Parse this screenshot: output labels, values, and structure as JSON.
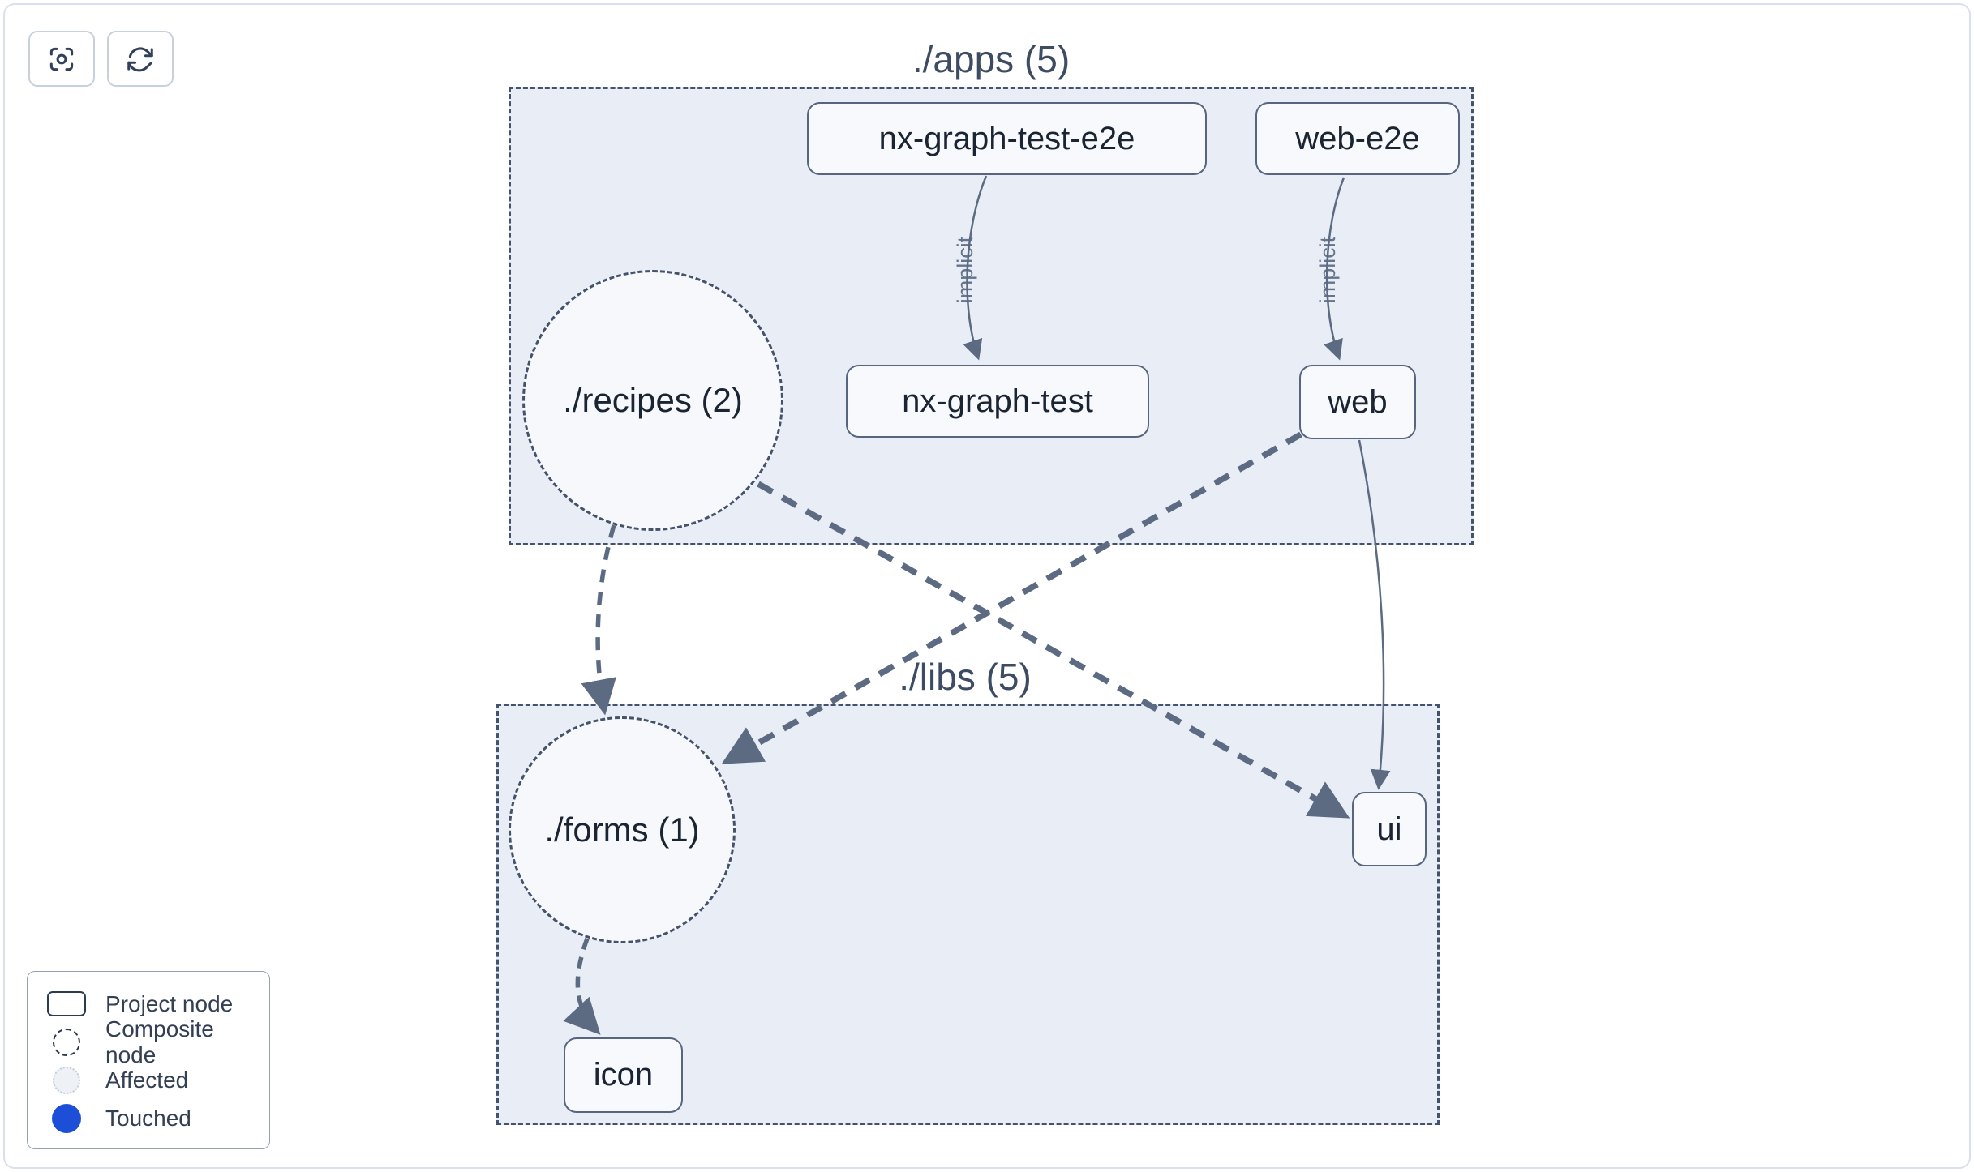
{
  "toolbar": {
    "focus_button": {
      "icon": "focus-icon"
    },
    "refresh_button": {
      "icon": "refresh-icon"
    }
  },
  "graph": {
    "groups": [
      {
        "id": "apps",
        "label": "./apps (5)"
      },
      {
        "id": "libs",
        "label": "./libs (5)"
      }
    ],
    "composite_nodes": [
      {
        "id": "recipes",
        "label": "./recipes (2)",
        "group": "apps"
      },
      {
        "id": "forms",
        "label": "./forms (1)",
        "group": "libs"
      }
    ],
    "project_nodes": [
      {
        "id": "nx-graph-test-e2e",
        "label": "nx-graph-test-e2e",
        "group": "apps"
      },
      {
        "id": "web-e2e",
        "label": "web-e2e",
        "group": "apps"
      },
      {
        "id": "nx-graph-test",
        "label": "nx-graph-test",
        "group": "apps"
      },
      {
        "id": "web",
        "label": "web",
        "group": "apps"
      },
      {
        "id": "ui",
        "label": "ui",
        "group": "libs"
      },
      {
        "id": "icon",
        "label": "icon",
        "group": "libs"
      }
    ],
    "edges": [
      {
        "from": "nx-graph-test-e2e",
        "to": "nx-graph-test",
        "label": "implicit",
        "style": "solid-thin"
      },
      {
        "from": "web-e2e",
        "to": "web",
        "label": "implicit",
        "style": "solid-thin"
      },
      {
        "from": "recipes",
        "to": "forms",
        "style": "dashed"
      },
      {
        "from": "recipes",
        "to": "ui",
        "style": "dashed-thick"
      },
      {
        "from": "web",
        "to": "forms",
        "style": "dashed-thick"
      },
      {
        "from": "web",
        "to": "ui",
        "style": "solid-thin"
      },
      {
        "from": "forms",
        "to": "icon",
        "style": "dashed"
      }
    ]
  },
  "legend": {
    "items": [
      {
        "label": "Project node",
        "swatch": "project-node"
      },
      {
        "label": "Composite node",
        "swatch": "composite-node"
      },
      {
        "label": "Affected",
        "swatch": "affected"
      },
      {
        "label": "Touched",
        "swatch": "touched"
      }
    ]
  },
  "colors": {
    "edge": "#5c6b81",
    "group_background": "#e9edf5",
    "group_border": "#45526b",
    "node_background": "#f7f9fc",
    "node_border": "#57667e",
    "touched_blue": "#1d4ed8",
    "affected_fill": "#eef2f6"
  }
}
